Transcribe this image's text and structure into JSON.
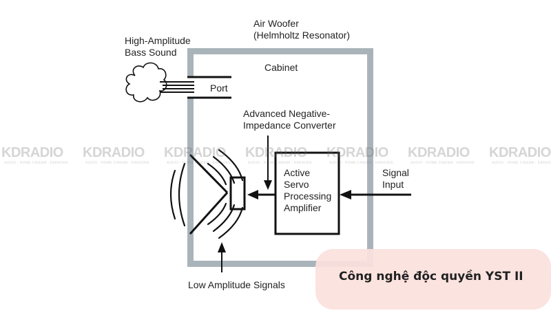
{
  "labels": {
    "air_woofer": "Air Woofer\n(Helmholtz Resonator)",
    "bass_sound": "High-Amplitude\nBass Sound",
    "cabinet": "Cabinet",
    "port": "Port",
    "converter": "Advanced Negative-\nImpedance Converter",
    "amplifier": "Active\nServo\nProcessing\nAmplifier",
    "signal_input": "Signal\nInput",
    "low_amplitude": "Low Amplitude Signals"
  },
  "watermark": {
    "brand": "KDRADIO",
    "tagline": "AUDIO - HOME CINEMA - KARAOKE"
  },
  "caption": "Công nghệ độc quyền YST II",
  "colors": {
    "cabinet_wall": "#a9b4ba",
    "line": "#111111",
    "caption_bg": "#fbe1de"
  }
}
